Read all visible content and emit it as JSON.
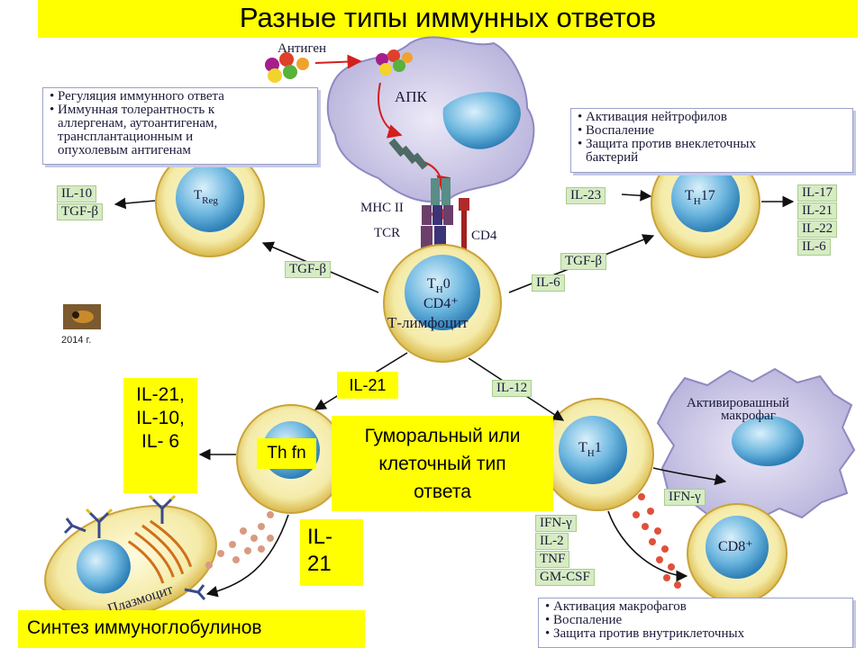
{
  "title": "Разные типы иммунных ответов",
  "antigen_label": "Антиген",
  "apc_label": "АПК",
  "mhc_label": "МНС II",
  "tcr_label": "TCR",
  "cd4_label": "CD4",
  "th0": {
    "line1": "T",
    "line1_sub": "H",
    "line1_rest": "0",
    "line2": "CD4⁺",
    "line3": "Т-лимфоцит"
  },
  "treg": {
    "main": "T",
    "sub": "Reg"
  },
  "th17": {
    "main": "T",
    "sub": "H",
    "rest": "17"
  },
  "th1": {
    "main": "T",
    "sub": "H",
    "rest": "1"
  },
  "cd8": "CD8⁺",
  "plasma_label": "Плазмоцит",
  "activated_macrophage": [
    "Активировашный",
    "макрофаг"
  ],
  "treg_note": [
    "Регуляция иммунного ответа",
    "Иммунная толерантность к",
    "аллергенам, аутоантигенам,",
    "трансплантационным и",
    "опухолевым антигенам"
  ],
  "th17_note": [
    "Активация нейтрофилов",
    "Воспаление",
    "Защита против внеклеточных",
    "бактерий"
  ],
  "th1_note": [
    "Активация макрофагов",
    "Воспаление",
    "Защита против внутриклеточных"
  ],
  "treg_cytokines": [
    "IL-10",
    "TGF-β"
  ],
  "th17_cytokines": [
    "IL-17",
    "IL-21",
    "IL-22",
    "IL-6"
  ],
  "th1_cytokines": [
    "IFN-γ",
    "IL-2",
    "TNF",
    "GM-CSF"
  ],
  "tgf_left": "TGF-β",
  "tgf_right": "TGF-β",
  "il6": "IL-6",
  "il23": "IL-23",
  "il12": "IL-12",
  "ifn_macrophage": "IFN-γ",
  "il21_center": "IL-21",
  "tfh_label": "Th fn",
  "tfh_cytokines": [
    "IL-21,",
    "IL-10,",
    "IL- 6"
  ],
  "il21_lower": [
    "IL-",
    "21"
  ],
  "humoral_box": [
    "Гуморальный или",
    "клеточный тип",
    "ответа"
  ],
  "ig_synthesis": "Синтез иммуноглобулинов",
  "thumb_year": "2014 г.",
  "colors": {
    "yellow": "#ffff00",
    "cytokine_bg": "#d6ecc3",
    "cell_outer": "#f5efb4",
    "nucleus": "#4aa3d4",
    "apc": "#c9c6e8"
  }
}
